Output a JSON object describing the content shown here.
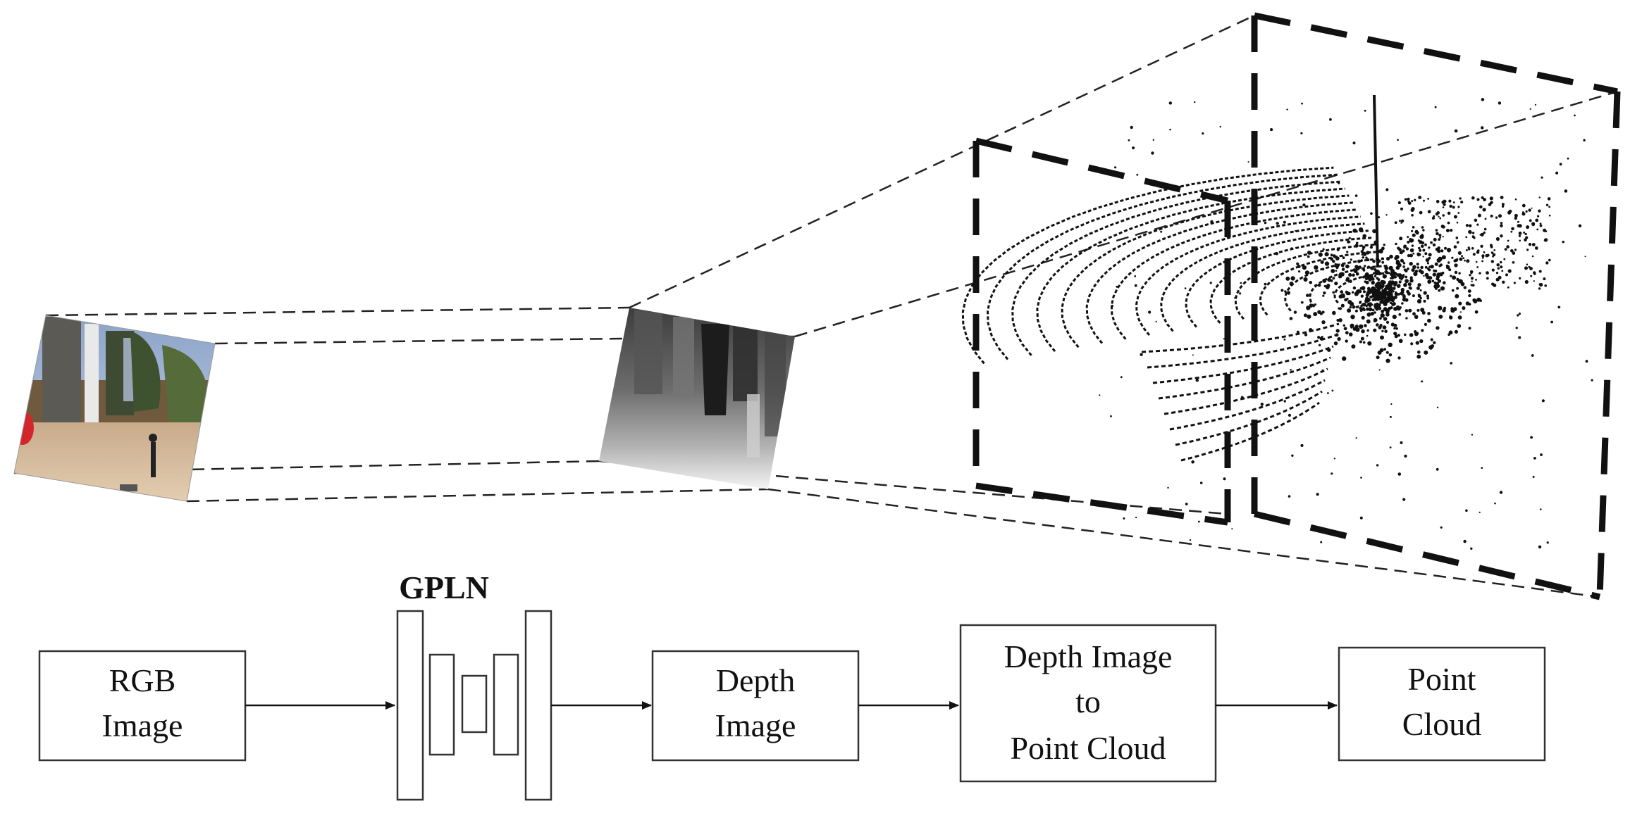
{
  "pipeline": {
    "rgb_image": {
      "line1": "RGB",
      "line2": "Image"
    },
    "network": {
      "label": "GPLN"
    },
    "depth_image": {
      "line1": "Depth",
      "line2": "Image"
    },
    "conversion": {
      "line1": "Depth Image",
      "line2": "to",
      "line3": "Point Cloud"
    },
    "point_cloud": {
      "line1": "Point",
      "line2": "Cloud"
    }
  },
  "colors": {
    "line": "#111111",
    "box_border": "#333333",
    "background": "#ffffff"
  }
}
